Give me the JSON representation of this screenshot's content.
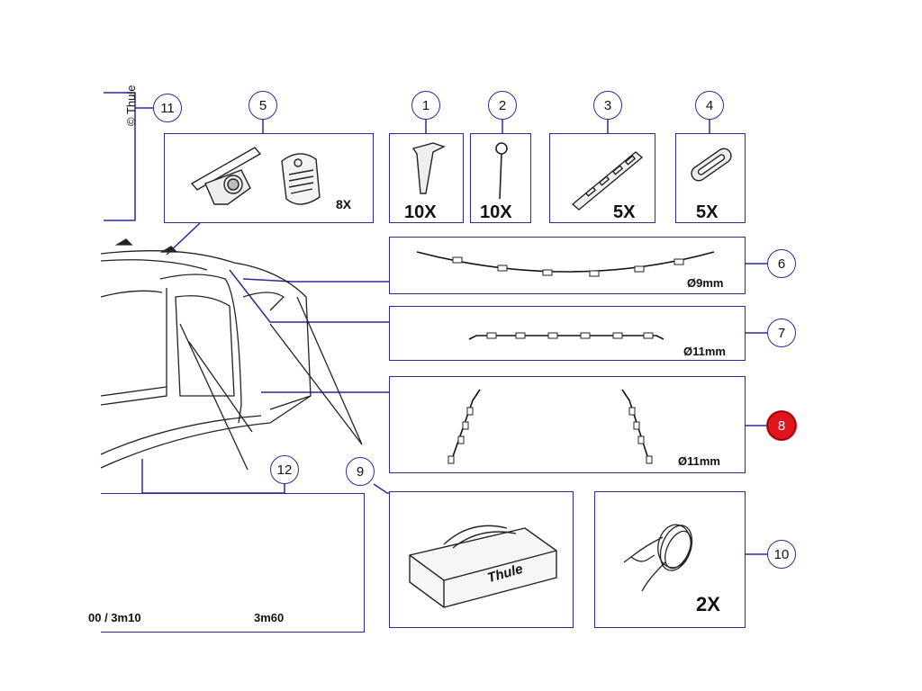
{
  "copyright": "© Thule",
  "callouts": {
    "c1": "1",
    "c2": "2",
    "c3": "3",
    "c4": "4",
    "c5": "5",
    "c6": "6",
    "c7": "7",
    "c8": "8",
    "c9": "9",
    "c10": "10",
    "c11": "11",
    "c12": "12"
  },
  "highlighted_callout": "8",
  "parts": {
    "p1_qty": "10X",
    "p2_qty": "10X",
    "p3_qty": "5X",
    "p4_qty": "5X",
    "p5_qty": "8X",
    "p6_diameter": "Ø9mm",
    "p7_diameter": "Ø11mm",
    "p8_diameter": "Ø11mm",
    "p9_brand": "Thule",
    "p10_qty": "2X",
    "p12_size_a": "00 / 3m10",
    "p12_size_b": "3m60"
  },
  "colors": {
    "frame": "#2a2a9a",
    "highlight": "#e0141e",
    "line_art": "#222222"
  }
}
